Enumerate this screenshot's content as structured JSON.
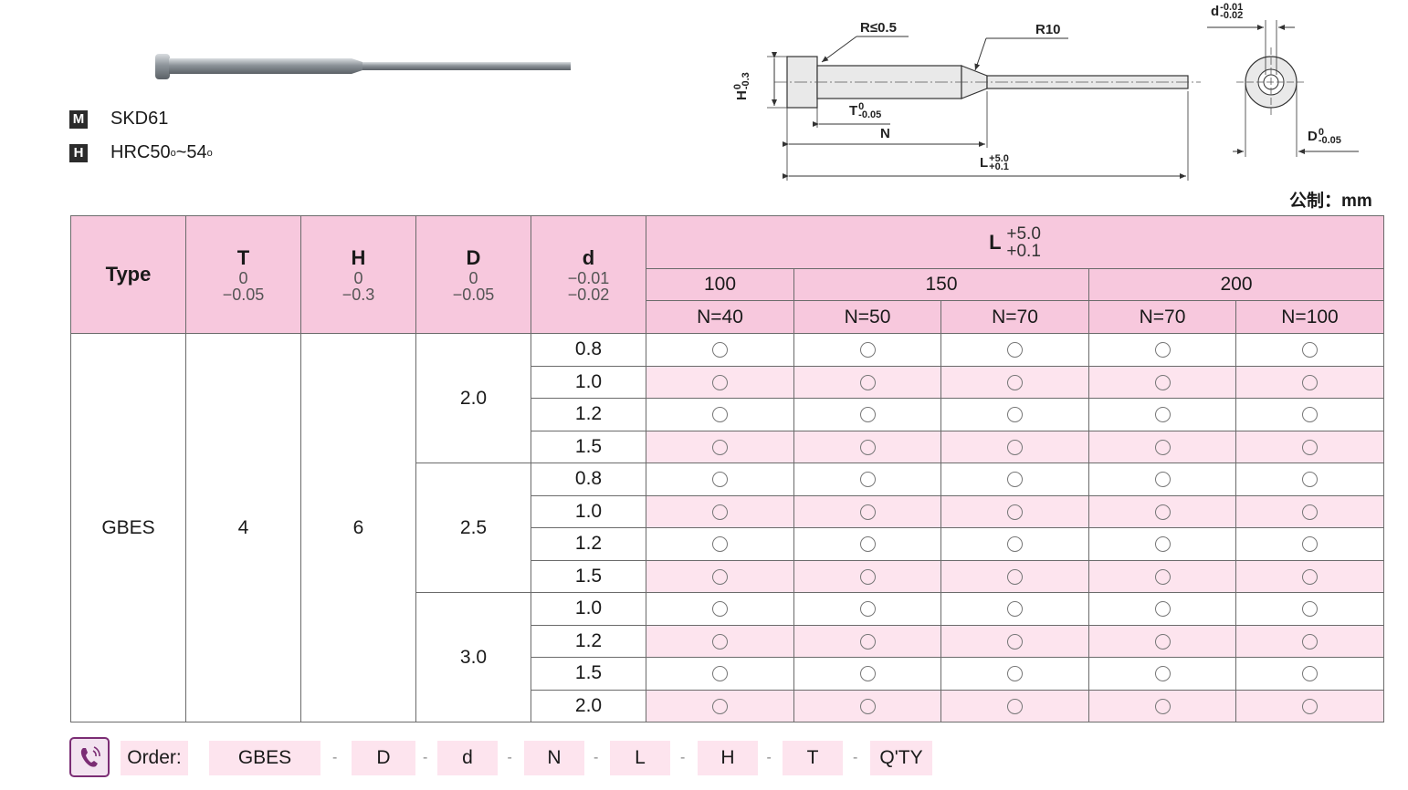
{
  "material": {
    "badge": "M",
    "value": "SKD61"
  },
  "hardness": {
    "badge": "H",
    "value": "HRC50",
    "tail": "~54"
  },
  "drawing": {
    "r_head": "R≤0.5",
    "r_step": "R10",
    "d_small": "d",
    "d_small_tol_up": "-0.01",
    "d_small_tol_low": "-0.02",
    "h": "H",
    "h_tol_up": "0",
    "h_tol_low": "-0.3",
    "t": "T",
    "t_tol_up": "0",
    "t_tol_low": "-0.05",
    "n": "N",
    "l": "L",
    "l_tol_up": "+5.0",
    "l_tol_low": "+0.1",
    "d_big": "D",
    "d_big_tol_up": "0",
    "d_big_tol_low": "-0.05"
  },
  "unit": "公制：mm",
  "table": {
    "headers": {
      "type": "Type",
      "t": {
        "label": "T",
        "up": "0",
        "low": "−0.05"
      },
      "h": {
        "label": "H",
        "up": "0",
        "low": "−0.3"
      },
      "D": {
        "label": "D",
        "up": "0",
        "low": "−0.05"
      },
      "d": {
        "label": "d",
        "up": "−0.01",
        "low": "−0.02"
      },
      "L": {
        "label": "L",
        "up": "+5.0",
        "low": "+0.1"
      },
      "lengths": [
        "100",
        "150",
        "200"
      ],
      "n_values": [
        "N=40",
        "N=50",
        "N=70",
        "N=70",
        "N=100"
      ]
    },
    "type_value": "GBES",
    "t_value": "4",
    "h_value": "6",
    "groups": [
      {
        "D": "2.0",
        "d": [
          "0.8",
          "1.0",
          "1.2",
          "1.5"
        ]
      },
      {
        "D": "2.5",
        "d": [
          "0.8",
          "1.0",
          "1.2",
          "1.5"
        ]
      },
      {
        "D": "3.0",
        "d": [
          "1.0",
          "1.2",
          "1.5",
          "2.0"
        ]
      }
    ],
    "availability_mark": "available-circle"
  },
  "order": {
    "label": "Order:",
    "items": [
      "GBES",
      "D",
      "d",
      "N",
      "L",
      "H",
      "T",
      "Q'TY"
    ],
    "separator": "-"
  }
}
